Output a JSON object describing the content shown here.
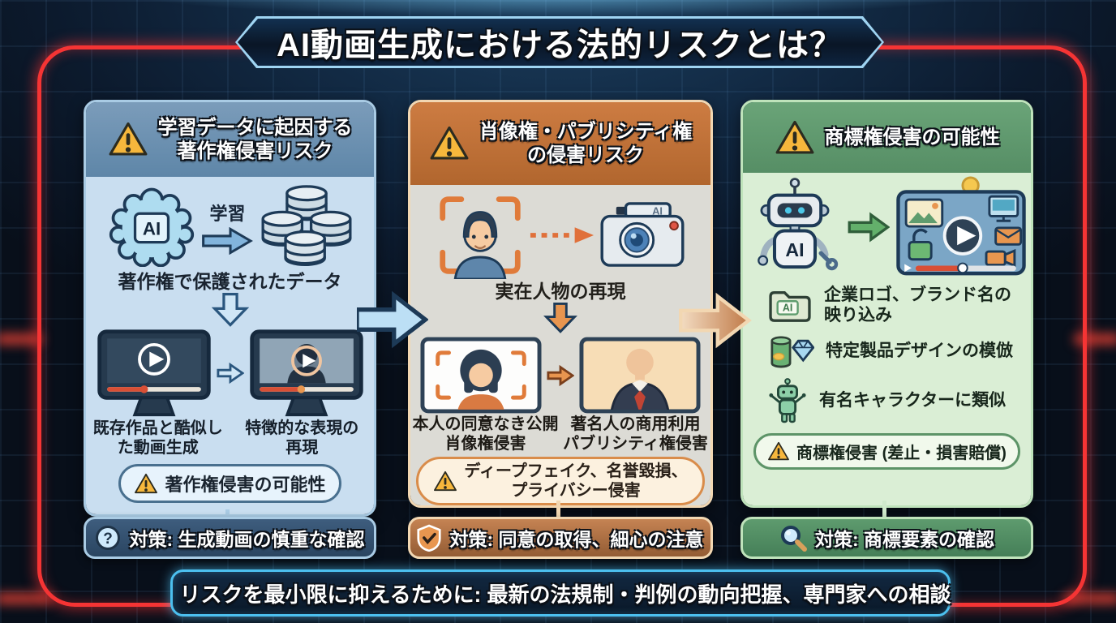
{
  "title": "AI動画生成における法的リスクとは？",
  "colors": {
    "frame_red": "#f53434",
    "banner_cyan": "#4cc0ef",
    "warning_amber": "#f6b73c",
    "col1_header": "#6b8eae",
    "col1_body": "#c9def0",
    "col2_header": "#c0703a",
    "col2_body": "#dcdbd5",
    "col3_header": "#5f9c6e",
    "col3_body": "#daeed5"
  },
  "columns": [
    {
      "header_line1": "学習データに起因する",
      "header_line2": "著作権侵害リスク",
      "ai_label": "AI",
      "flow_arrow_label": "学習",
      "caption_data": "著作権で保護されたデータ",
      "caption_left_line1": "既存作品と酷似し",
      "caption_left_line2": "た動画生成",
      "caption_right_line1": "特徴的な表現の",
      "caption_right_line2": "再現",
      "pill": "著作権侵害の可能性",
      "footer": "対策: 生成動画の慎重な確認"
    },
    {
      "header_line1": "肖像権・パブリシティ権",
      "header_line2": "の侵害リスク",
      "camera_label": "AI",
      "caption_top": "実在人物の再現",
      "caption_left_line1": "本人の同意なき公開",
      "caption_left_line2": "肖像権侵害",
      "caption_right_line1": "著名人の商用利用",
      "caption_right_line2": "パブリシティ権侵害",
      "pill_line1": "ディープフェイク、名誉毀損、",
      "pill_line2": "プライバシー侵害",
      "footer": "対策: 同意の取得、細心の注意"
    },
    {
      "header": "商標権侵害の可能性",
      "robot_label": "AI",
      "folder_label": "AI",
      "items": [
        "企業ロゴ、ブランド名の映り込み",
        "特定製品デザインの模倣",
        "有名キャラクターに類似"
      ],
      "pill": "商標権侵害 (差止・損害賠償)",
      "footer": "対策: 商標要素の確認"
    }
  ],
  "bottom_banner": "リスクを最小限に抑えるために: 最新の法規制・判例の動向把握、専門家への相談"
}
